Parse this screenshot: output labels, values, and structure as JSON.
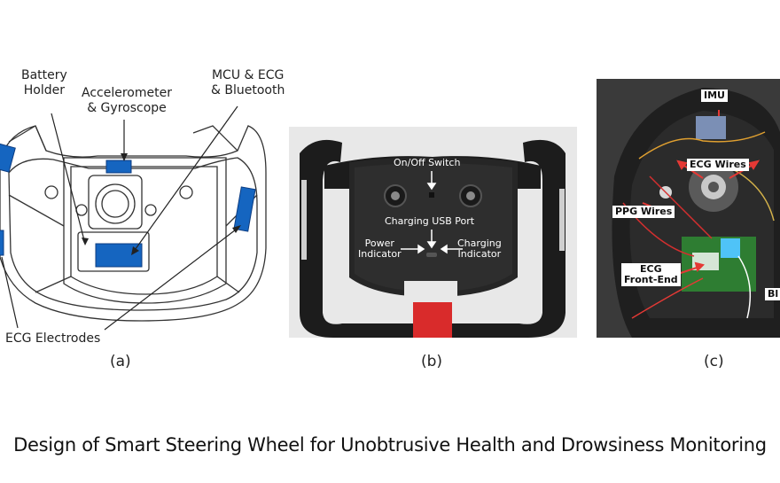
{
  "figure_title": "Design of Smart Steering Wheel for Unobtrusive Health and Drowsiness Monitoring",
  "panel_a": {
    "caption": "(a)",
    "labels": {
      "battery_holder": "Battery\nHolder",
      "accelerometer": "Accelerometer\n& Gyroscope",
      "mcu": "MCU & ECG\n& Bluetooth",
      "ecg_electrodes": "ECG Electrodes"
    },
    "colors": {
      "component": "#1565c0",
      "outline": "#333333"
    }
  },
  "panel_b": {
    "caption": "(b)",
    "labels": {
      "on_off_switch": "On/Off Switch",
      "charging_usb_port": "Charging USB Port",
      "power_indicator": "Power\nIndicator",
      "charging_indicator": "Charging\nIndicator"
    },
    "colors": {
      "wheel": "#1c1c1c",
      "band": "#d92b2b"
    }
  },
  "panel_c": {
    "caption": "(c)",
    "labels": {
      "imu": "IMU",
      "ecg_wires": "ECG Wires",
      "ppg_wires": "PPG Wires",
      "ecg_front_end": "ECG\nFront-End",
      "ble": "Bl"
    },
    "colors": {
      "board": "#2e7d32",
      "arrow": "#e53935"
    }
  }
}
